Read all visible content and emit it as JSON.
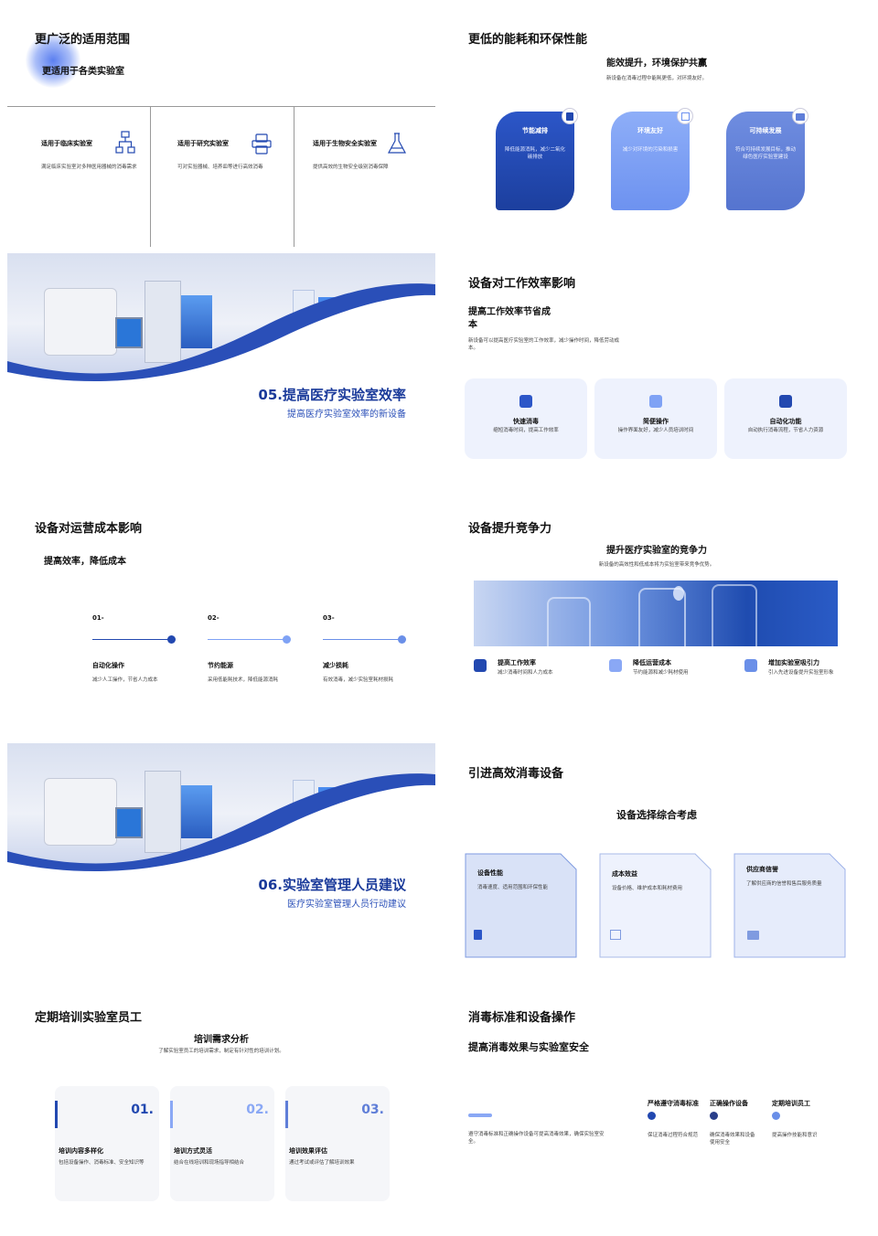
{
  "s1": {
    "title": "更广泛的适用范围",
    "subtitle": "更适用于各类实验室",
    "cols": [
      {
        "label": "适用于临床实验室",
        "desc": "满足临床实验室对多种医用器械的消毒需求",
        "icon": "hierarchy-icon"
      },
      {
        "label": "适用于研究实验室",
        "desc": "可对实验器械、培养皿等进行高效消毒",
        "icon": "copy-icon"
      },
      {
        "label": "适用于生物安全实验室",
        "desc": "提供高效的生物安全级别消毒保障",
        "icon": "flask-icon"
      }
    ]
  },
  "s2": {
    "title": "更低的能耗和环保性能",
    "subtitle": "能效提升，环境保护共赢",
    "desc": "新设备在消毒过程中能耗更低，对环境友好。",
    "cards": [
      {
        "label": "节能减排",
        "desc": "降低能源消耗，减少二氧化碳排放",
        "icon": "parking-icon",
        "color": "#2248b0"
      },
      {
        "label": "环境友好",
        "desc": "减少对环境的污染和损害",
        "icon": "hierarchy-icon",
        "color": "#7fa2f5"
      },
      {
        "label": "可持续发展",
        "desc": "符合可持续发展目标，推动绿色医疗实验室建设",
        "icon": "image-icon",
        "color": "#5f7ed8"
      }
    ]
  },
  "s3": {
    "title": "05.提高医疗实验室效率",
    "subtitle": "提高医疗实验室效率的新设备"
  },
  "s4": {
    "title": "设备对工作效率影响",
    "subtitle": "提高工作效率节省成本",
    "desc": "新设备可以提高医疗实验室的工作效率，减少操作时间，降低劳动成本。",
    "cards": [
      {
        "label": "快速消毒",
        "desc": "缩短消毒时间，提高工作效率",
        "icon": "car-icon"
      },
      {
        "label": "简便操作",
        "desc": "操作界面友好，减少人员培训时间",
        "icon": "gear-icon"
      },
      {
        "label": "自动化功能",
        "desc": "自动执行消毒流程，节省人力资源",
        "icon": "keyboard-icon"
      }
    ]
  },
  "s5": {
    "title": "设备对运营成本影响",
    "subtitle": "提高效率，降低成本",
    "steps": [
      {
        "num": "01-",
        "label": "自动化操作",
        "desc": "减少人工操作，节省人力成本",
        "color": "#2248b0"
      },
      {
        "num": "02-",
        "label": "节约能源",
        "desc": "采用低能耗技术，降低能源消耗",
        "color": "#7fa2f5"
      },
      {
        "num": "03-",
        "label": "减少损耗",
        "desc": "有效消毒，减少实验室耗材损耗",
        "color": "#6a8fe8"
      }
    ]
  },
  "s6": {
    "title": "设备提升竞争力",
    "subtitle": "提升医疗实验室的竞争力",
    "desc": "新设备的高效性和低成本将为实验室带来竞争优势。",
    "items": [
      {
        "label": "提高工作效率",
        "desc": "减少消毒时间和人力成本",
        "icon": "image-icon",
        "color": "#2248b0"
      },
      {
        "label": "降低运营成本",
        "desc": "节约能源和减少耗材使用",
        "icon": "location-icon",
        "color": "#8aa8f5"
      },
      {
        "label": "增加实验室吸引力",
        "desc": "引入先进设备提升实验室形象",
        "icon": "store-icon",
        "color": "#6a8fe8"
      }
    ]
  },
  "s7": {
    "title": "06.实验室管理人员建议",
    "subtitle": "医疗实验室管理人员行动建议"
  },
  "s8": {
    "title": "引进高效消毒设备",
    "subtitle": "设备选择综合考虑",
    "cards": [
      {
        "label": "设备性能",
        "desc": "消毒速度、适用范围和环保性能",
        "icon": "parking-icon"
      },
      {
        "label": "成本效益",
        "desc": "设备价格、维护成本和耗材费用",
        "icon": "hierarchy-icon"
      },
      {
        "label": "供应商信誉",
        "desc": "了解供应商的信誉和售后服务质量",
        "icon": "image-icon"
      }
    ]
  },
  "s9": {
    "title": "定期培训实验室员工",
    "subtitle": "培训需求分析",
    "desc": "了解实验室员工的培训需求，制定有针对性的培训计划。",
    "cards": [
      {
        "num": "01.",
        "label": "培训内容多样化",
        "desc": "包括设备操作、消毒标准、安全知识等",
        "color": "#2248b0"
      },
      {
        "num": "02.",
        "label": "培训方式灵活",
        "desc": "结合在线培训和现场指导相结合",
        "color": "#8aa8f5"
      },
      {
        "num": "03.",
        "label": "培训效果评估",
        "desc": "通过考试或评估了解培训效果",
        "color": "#5f7ed8"
      }
    ]
  },
  "s10": {
    "title": "消毒标准和设备操作",
    "subtitle": "提高消毒效果与实验室安全",
    "desc": "遵守消毒标准和正确操作设备可提高消毒效果，确保实验室安全。",
    "items": [
      {
        "label": "严格遵守消毒标准",
        "desc": "保证消毒过程符合规范",
        "color": "#2248b0"
      },
      {
        "label": "正确操作设备",
        "desc": "确保消毒效果和设备使用安全",
        "color": "#2a3f8a"
      },
      {
        "label": "定期培训员工",
        "desc": "提高操作技能和意识",
        "color": "#6a8fe8"
      }
    ]
  }
}
